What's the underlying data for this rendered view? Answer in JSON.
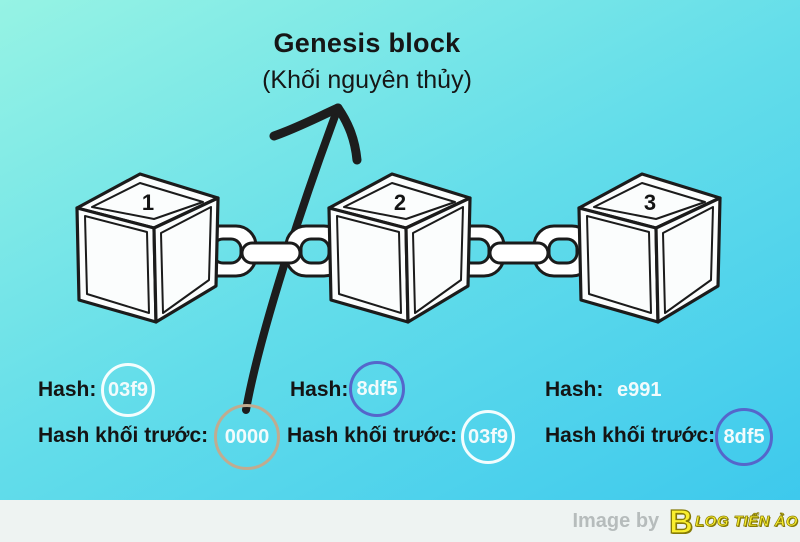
{
  "title": {
    "main": "Genesis block",
    "subtitle": "(Khối nguyên thủy)"
  },
  "labels": {
    "hash": "Hash:",
    "prev_hash": "Hash khối trước:"
  },
  "blocks": [
    {
      "number": "1",
      "hash": "03f9",
      "hash_circle_color": "white",
      "prev_hash": "0000",
      "prev_circle_color": "tan"
    },
    {
      "number": "2",
      "hash": "8df5",
      "hash_circle_color": "blue",
      "prev_hash": "03f9",
      "prev_circle_color": "white"
    },
    {
      "number": "3",
      "hash": "e991",
      "hash_circle_color": "none",
      "prev_hash": "8df5",
      "prev_circle_color": "blue"
    }
  ],
  "footer": {
    "credit": "Image by",
    "logo_b": "B",
    "logo_text": "LOG TIẾN ẢO"
  },
  "colors": {
    "background_top": "#96f3e4",
    "background_bottom": "#3ac7ed",
    "ink": "#1b1b1b",
    "hash_value_text": "#f2fbfc",
    "circle_white": "#fcffff",
    "circle_blue": "#5566cb",
    "circle_tan": "#c0ab90",
    "footer_bg": "#eef3f2",
    "credit_text": "#b6bcbc",
    "logo_yellow": "#f9ee2f"
  }
}
